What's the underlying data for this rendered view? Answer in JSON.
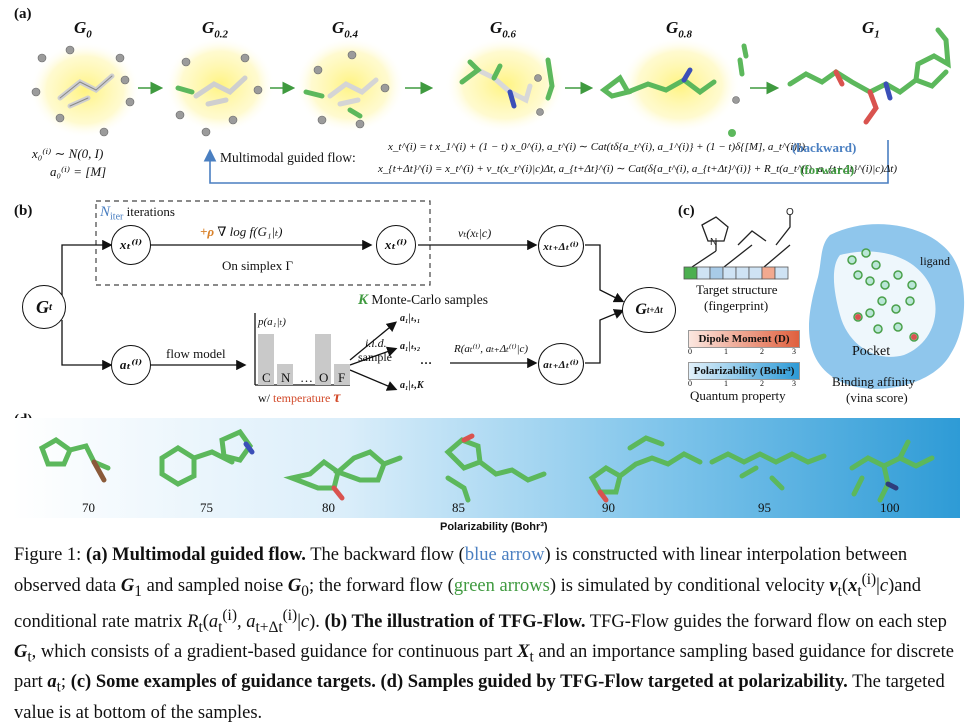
{
  "panel_a": {
    "label": "(a)",
    "g_labels": [
      "G",
      "G",
      "G",
      "G",
      "G",
      "G"
    ],
    "g_subs": [
      "0",
      "0.2",
      "0.4",
      "0.6",
      "0.8",
      "1"
    ],
    "init_line1": "x₀⁽ⁱ⁾ ∼ N(0, I)",
    "init_line2": "a₀⁽ⁱ⁾ = [M]",
    "flow_label": "Multimodal guided flow:",
    "eq_backward": "x_t^(i) = t x_1^(i) + (1 − t) x_0^(i),  a_t^(i) ∼ Cat(tδ{a_t^(i), a_1^(i)} + (1 − t)δ{[M], a_t^(i)})",
    "eq_forward": "x_{t+Δt}^(i) = x_t^(i) + v_t(x_t^(i)|c)Δt,  a_{t+Δt}^(i) ∼ Cat(δ{a_t^(i), a_{t+Δt}^(i)} + R_t(a_t^(i), a_{t+Δt}^(i)|c)Δt)",
    "backward_tag": "(backward)",
    "forward_tag": "(forward)"
  },
  "panel_b": {
    "label": "(b)",
    "n_iter": "N",
    "n_iter_sub": "iter",
    "iterations": "iterations",
    "guidance_rho": "+ρ",
    "guidance_text": "∇ log f(G₁|ₜ)",
    "simplex": "On simplex Γ",
    "velocity": "vₜ(xₜ|c)",
    "monte_carlo_k": "K",
    "monte_carlo_text": "Monte-Carlo samples",
    "flow_model": "flow model",
    "p_label": "p(a₁|ₜ)",
    "bar_letters": [
      "C",
      "N",
      "…",
      "O",
      "F"
    ],
    "bar_heights": [
      0.85,
      0.35,
      0.0,
      0.85,
      0.35
    ],
    "temperature_prefix": "w/",
    "temperature": "temperature",
    "tau": "τ",
    "iid": "i.i.d.",
    "sample": "sample",
    "samples": [
      "a₁|ₜ,₁",
      "a₁|ₜ,₂",
      "a₁|ₜ,K"
    ],
    "dots": "…",
    "rate": "R(aₜ⁽ⁱ⁾, aₜ₊Δₜ⁽ⁱ⁾|c)",
    "node_gt": "G",
    "node_gt_sub": "t",
    "node_gtdt": "G",
    "node_gtdt_sub": "t+Δt",
    "node_xt": "xₜ⁽ⁱ⁾",
    "node_xt2": "xₜ⁽ⁱ⁾",
    "node_xtdt": "xₜ₊Δₜ⁽ⁱ⁾",
    "node_at": "aₜ⁽ⁱ⁾",
    "node_atdt": "aₜ₊Δₜ⁽ⁱ⁾"
  },
  "panel_c": {
    "label": "(c)",
    "target_structure": "Target structure",
    "fingerprint": "(fingerprint)",
    "dipole": "Dipole Moment (D)",
    "polarizability": "Polarizability (Bohr³)",
    "ticks": [
      "0",
      "1",
      "2",
      "3"
    ],
    "quantum": "Quantum property",
    "ligand": "ligand",
    "pocket": "Pocket",
    "binding1": "Binding affinity",
    "binding2": "(vina score)",
    "fp_colors": [
      "#4caf50",
      "#cfe3f4",
      "#a8cbe8",
      "#cfe3f4",
      "#cfe3f4",
      "#cfe3f4",
      "#f2a98f",
      "#cfe3f4"
    ]
  },
  "panel_d": {
    "label": "(d)",
    "values": [
      "70",
      "75",
      "80",
      "85",
      "90",
      "95",
      "100"
    ],
    "axis_label": "Polarizability (Bohr³)"
  },
  "caption": {
    "fig": "Figure 1:",
    "a_head": "(a) Multimodal guided flow.",
    "a_text1": "The backward flow (",
    "blue_arrow": "blue arrow",
    "a_text2": ") is constructed with linear interpolation between observed data",
    "a_text3": "and sampled noise",
    "a_text4": "; the forward flow (",
    "green_arrows": "green arrows",
    "a_text5": ") is simulated by conditional velocity",
    "a_text6": "and conditional rate matrix",
    "b_head": "(b) The illustration of TFG-Flow.",
    "b_text1": "TFG-Flow guides the forward flow on each step",
    "b_text2": ", which consists of a gradient-based guidance for continuous part",
    "b_text3": "and an importance sampling based guidance for discrete part",
    "c_head": "(c) Some examples of guidance targets.",
    "d_head": "(d) Samples guided by TFG-Flow targeted at polarizability.",
    "d_text": "The targeted value is at bottom of the samples."
  }
}
